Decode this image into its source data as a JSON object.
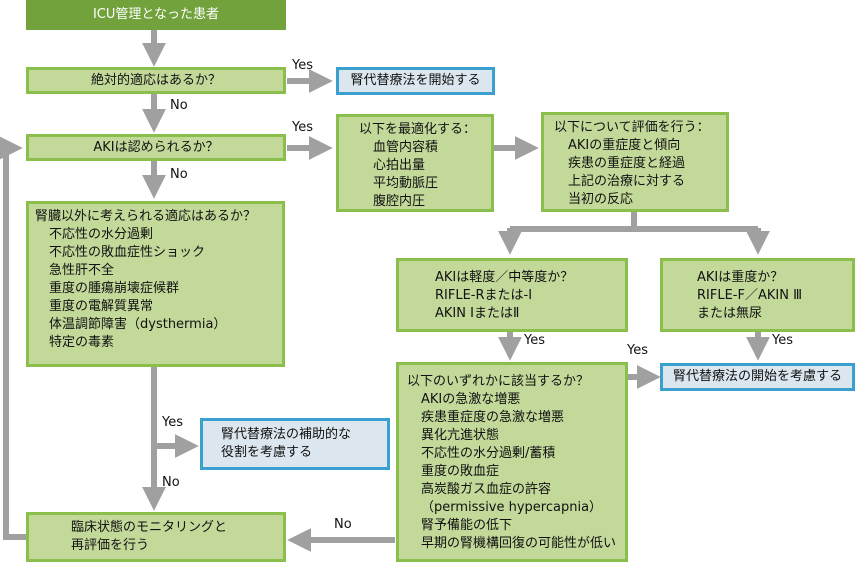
{
  "title": "ICU管理となった患者",
  "nodes": {
    "absolute_indication": "絶対的適応はあるか？",
    "start_rrt": "腎代替療法を開始する",
    "aki_recognized": "AKIは認められるか？",
    "optimize": {
      "head": "以下を最適化する：",
      "items": [
        "血管内容積",
        "心拍出量",
        "平均動脈圧",
        "腹腔内圧"
      ]
    },
    "evaluate": {
      "head": "以下について評価を行う：",
      "items": [
        "AKIの重症度と傾向",
        "疾患の重症度と経過",
        "上記の治療に対する",
        "当初の反応"
      ]
    },
    "non_renal": {
      "head": "腎臓以外に考えられる適応はあるか？",
      "items": [
        "不応性の水分過剰",
        "不応性の敗血症性ショック",
        "急性肝不全",
        "重度の腫瘍崩壊症候群",
        "重度の電解質異常",
        "体温調節障害（dysthermia）",
        "特定の毒素"
      ]
    },
    "aki_mild": {
      "lines": [
        "AKIは軽度／中等度か？",
        "RIFLE-Rまたは-I",
        "AKIN ⅠまたはⅡ"
      ]
    },
    "aki_severe": {
      "lines": [
        "AKIは重度か？",
        "RIFLE-F／AKIN Ⅲ",
        "または無尿"
      ]
    },
    "any_of": {
      "head": "以下のいずれかに該当するか？",
      "items": [
        "AKIの急激な増悪",
        "疾患重症度の急激な増悪",
        "異化亢進状態",
        "不応性の水分過剰/蓄積",
        "重度の敗血症",
        "高炭酸ガス血症の許容",
        "（permissive hypercapnia）",
        "腎予備能の低下",
        "早期の腎機構回復の可能性が低い"
      ]
    },
    "consider_rrt": "腎代替療法の開始を考慮する",
    "adjunct_rrt": {
      "lines": [
        "腎代替療法の補助的な",
        "役割を考慮する"
      ]
    },
    "monitor": {
      "lines": [
        "臨床状態のモニタリングと",
        "再評価を行う"
      ]
    }
  },
  "labels": {
    "yes": "Yes",
    "no": "No"
  },
  "colors": {
    "title_fill": "#72a23c",
    "decision_fill": "#c3d99a",
    "decision_border": "#8bbf4b",
    "action_fill": "#dbe6ee",
    "action_border": "#3aa0d0",
    "arrow": "#a0a0a0"
  }
}
